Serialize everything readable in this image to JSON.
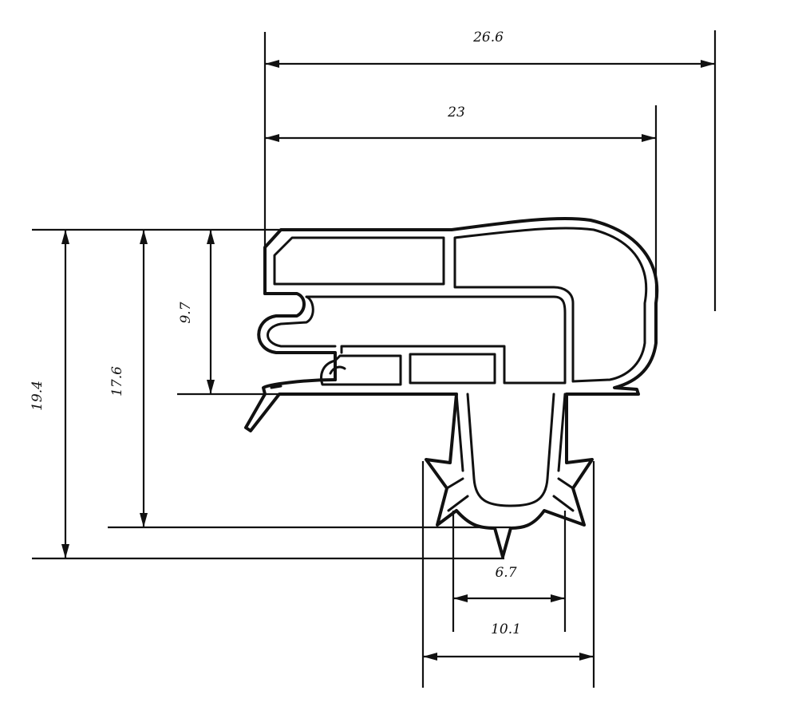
{
  "dimensions": {
    "overall_width": "26.6",
    "body_width": "23",
    "overall_height": "19.4",
    "bulb_height": "17.6",
    "top_height": "9.7",
    "inner_width": "6.7",
    "stem_width": "10.1"
  },
  "colors": {
    "line": "#111111",
    "background": "#ffffff"
  }
}
